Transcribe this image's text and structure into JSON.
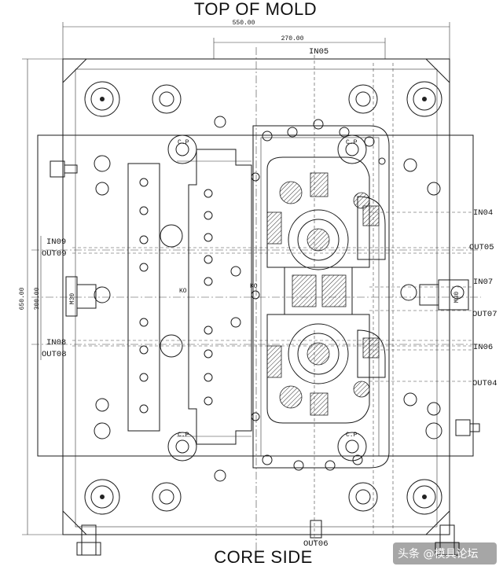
{
  "diagram": {
    "title_top": "TOP OF MOLD",
    "title_bottom": "CORE SIDE",
    "dimensions": {
      "overall_width": "550.00",
      "half_width": "270.00",
      "overall_height": "650.00",
      "inner_height": "300.00"
    },
    "ports": {
      "in05": "IN05",
      "in04": "IN04",
      "out05": "OUT05",
      "in07": "IN07",
      "out07": "OUT07",
      "in06": "IN06",
      "out04": "OUT04",
      "in09": "IN09",
      "out09": "OUT09",
      "in08": "IN08",
      "out08": "OUT08",
      "out06": "OUT06"
    },
    "small_labels": {
      "kd_left": "KO",
      "kd_center": "KO",
      "m30_left": "M30",
      "m30_right": "M30",
      "cp_top_left": "C.P",
      "cp_bottom_left": "C.P",
      "cp_top_right": "C.P",
      "cp_bottom_right": "C.P"
    },
    "watermark": "头条 @模具论坛"
  },
  "colors": {
    "line": "#1a1a1a",
    "background": "#ffffff"
  }
}
